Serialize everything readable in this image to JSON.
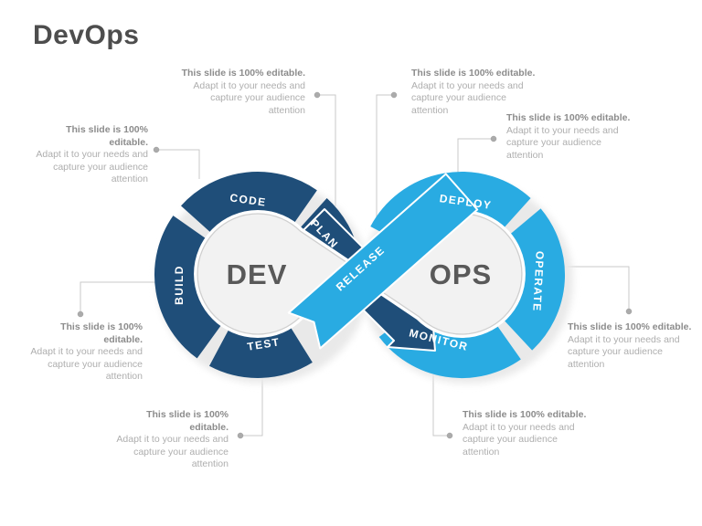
{
  "title": "DevOps",
  "colors": {
    "dev": "#1f4e79",
    "ops": "#29abe2",
    "pin_fill": "#f2f2f2"
  },
  "diagram": {
    "dev": {
      "label": "DEV",
      "segments": {
        "code": "CODE",
        "plan": "PLAN",
        "build": "BUILD",
        "test": "TEST"
      }
    },
    "ops": {
      "label": "OPS",
      "segments": {
        "deploy": "DEPLOY",
        "operate": "OPERATE",
        "monitor": "MONITOR"
      }
    },
    "release": "RELEASE"
  },
  "blocks": [
    {
      "title": "This slide is 100% editable.",
      "body": "Adapt it to your needs and\ncapture your audience\nattention"
    },
    {
      "title": "This slide is 100% editable.",
      "body": "Adapt it to your needs and\ncapture your audience\nattention"
    },
    {
      "title": "This slide is 100% editable.",
      "body": "Adapt it to your needs and\ncapture your audience\nattention"
    },
    {
      "title": "This slide is 100% editable.",
      "body": "Adapt it to your needs and\ncapture your audience\nattention"
    },
    {
      "title": "This slide is 100% editable.",
      "body": "Adapt it to your needs and\ncapture your audience\nattention"
    },
    {
      "title": "This slide is 100% editable.",
      "body": "Adapt it to your needs and\ncapture your audience\nattention"
    },
    {
      "title": "This slide is 100% editable.",
      "body": "Adapt it to your needs and\ncapture your audience\nattention"
    },
    {
      "title": "This slide is 100% editable.",
      "body": "Adapt it to your needs and\ncapture your audience\nattention"
    }
  ]
}
